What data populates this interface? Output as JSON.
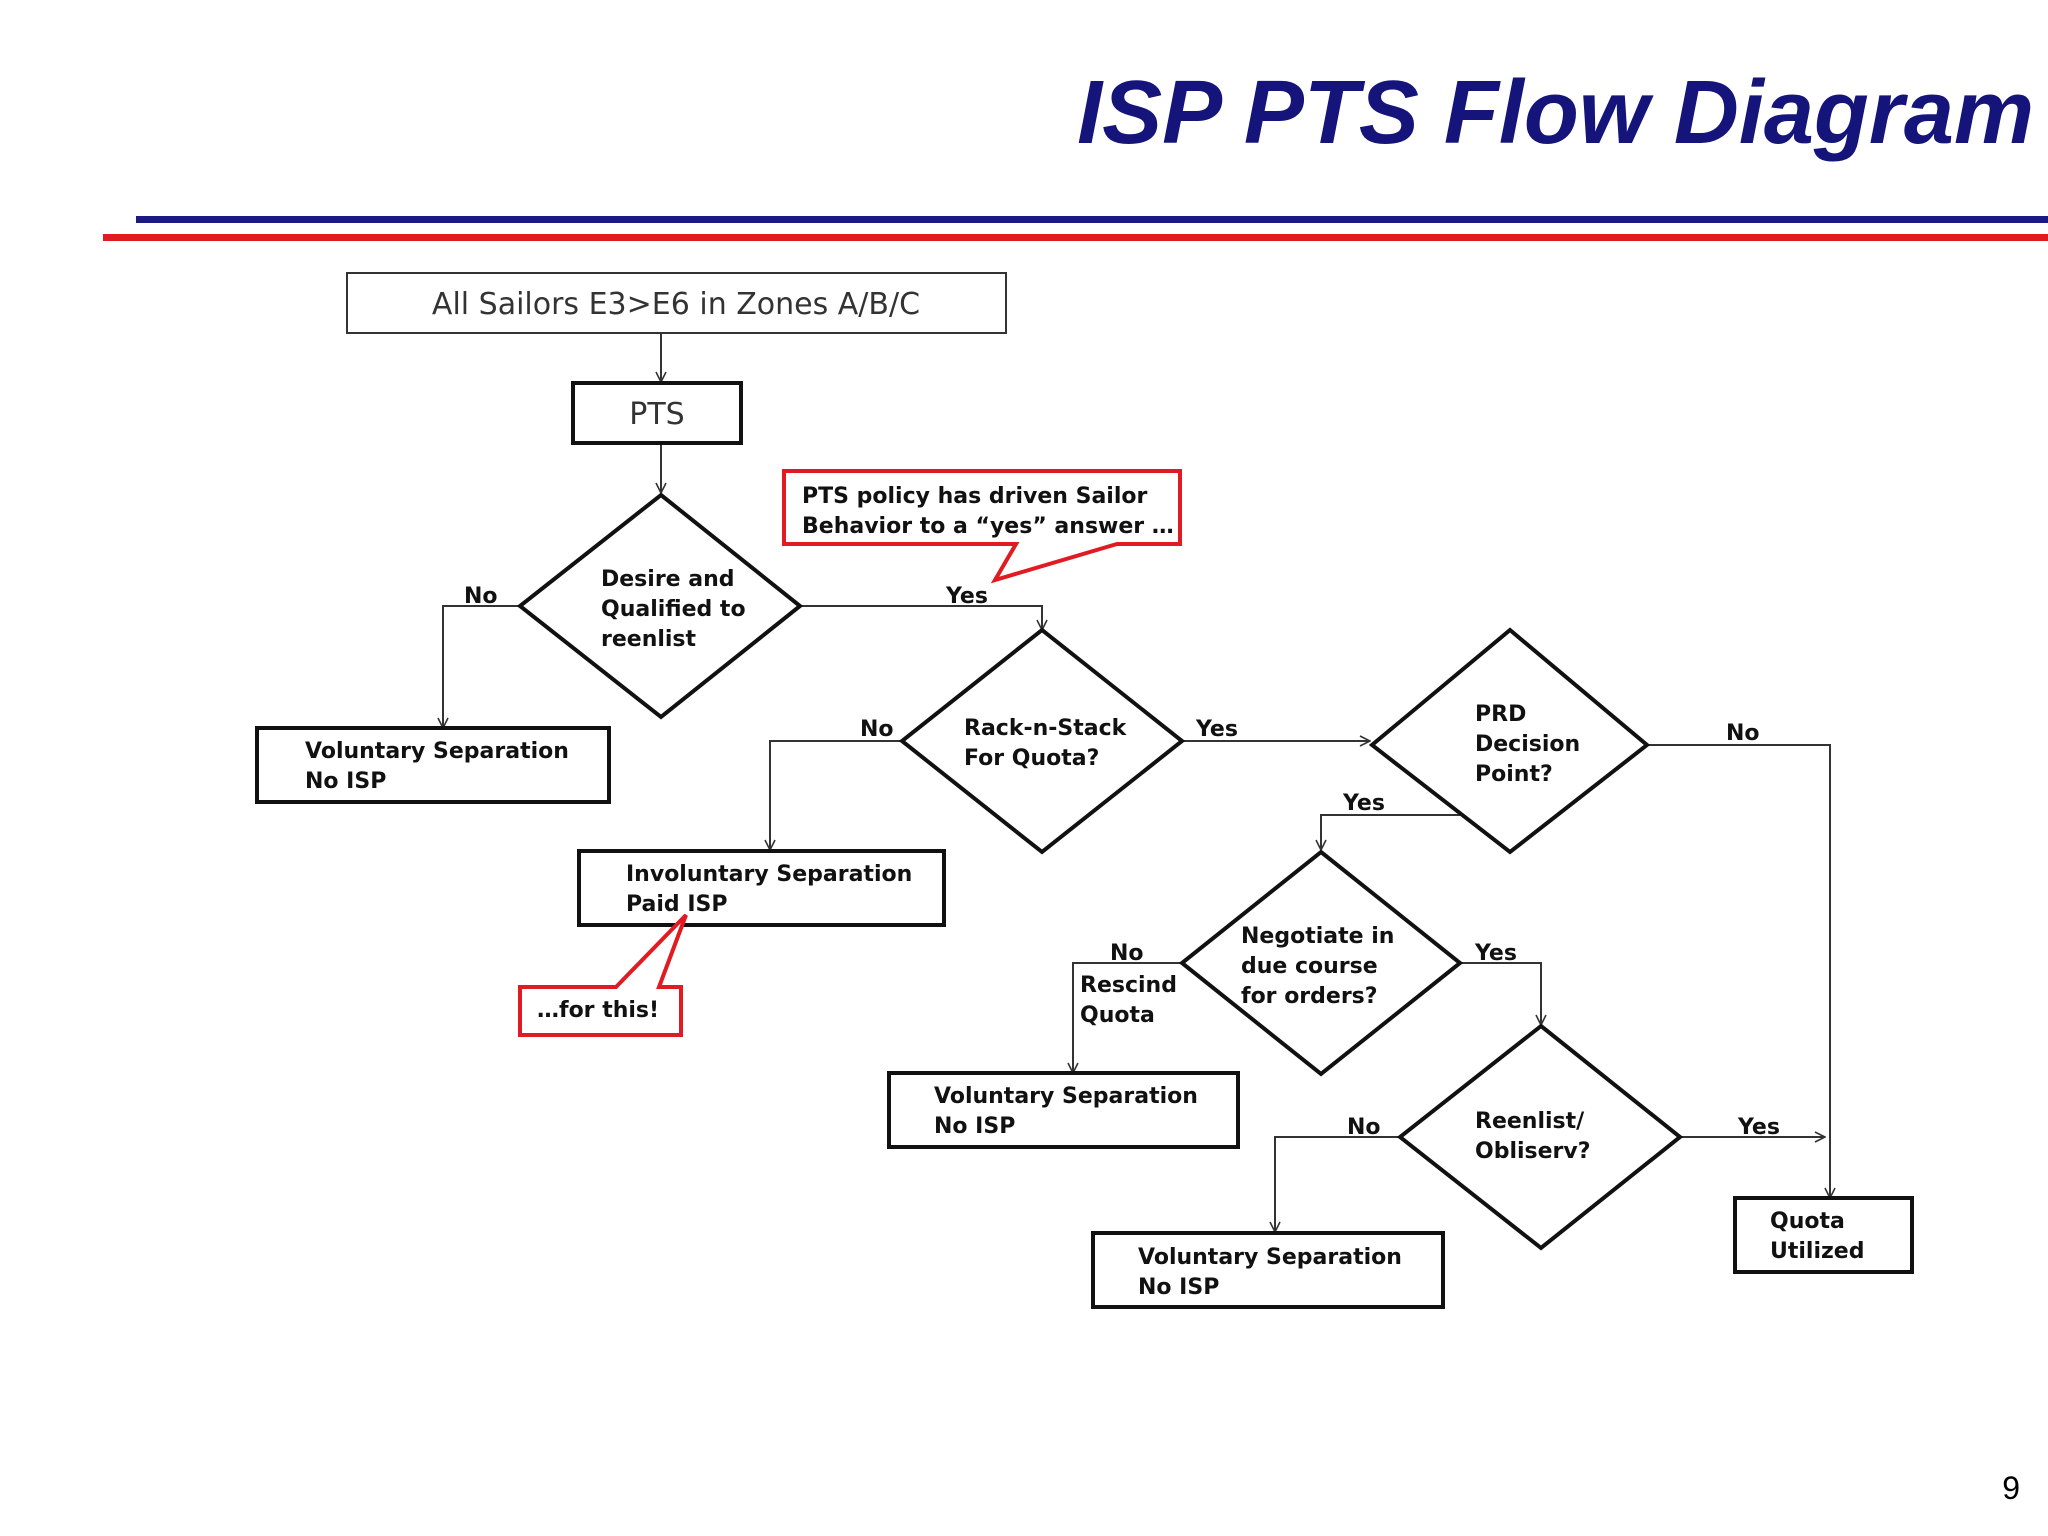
{
  "slide": {
    "title": "ISP PTS Flow Diagram",
    "page_number": "9",
    "colors": {
      "title": "#14147a",
      "rule_blue": "#1a1a80",
      "rule_red": "#e11b22",
      "callout": "#e11b22"
    }
  },
  "diagram": {
    "start": "All Sailors E3>E6 in Zones A/B/C",
    "pts": "PTS",
    "callout_top": [
      "PTS policy has driven Sailor",
      "Behavior to a “yes” answer …"
    ],
    "callout_bottom": "…for this!",
    "decision_desire": [
      "Desire and",
      "Qualified to",
      "reenlist"
    ],
    "decision_rack": [
      "Rack-n-Stack",
      "For Quota?"
    ],
    "decision_prd": [
      "PRD",
      "Decision",
      "Point?"
    ],
    "decision_negotiate": [
      "Negotiate in",
      "due course",
      "for orders?"
    ],
    "decision_reenlist": [
      "Reenlist/",
      "Obliserv?"
    ],
    "vol_sep_1": [
      "Voluntary Separation",
      "No ISP"
    ],
    "invol_sep": [
      "Involuntary Separation",
      "Paid ISP"
    ],
    "vol_sep_2": [
      "Voluntary Separation",
      "No ISP"
    ],
    "vol_sep_3": [
      "Voluntary Separation",
      "No ISP"
    ],
    "quota_utilized": [
      "Quota",
      "Utilized"
    ],
    "rescind": [
      "Rescind",
      "Quota"
    ],
    "labels": {
      "yes": "Yes",
      "no": "No"
    }
  }
}
